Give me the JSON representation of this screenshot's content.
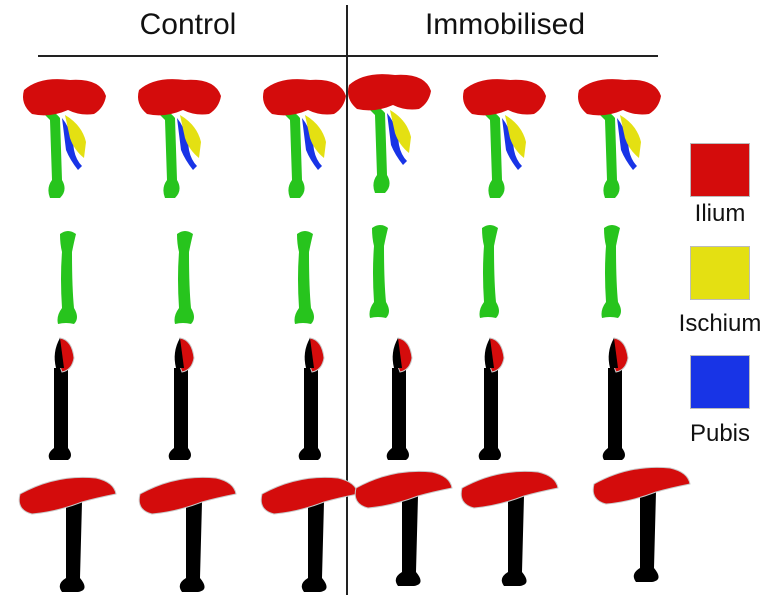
{
  "headers": {
    "control": "Control",
    "immobilised": "Immobilised"
  },
  "legend": [
    {
      "label": "Ilium",
      "color": "#d40c0c"
    },
    {
      "label": "Ischium",
      "color": "#e4e012"
    },
    {
      "label": "Pubis",
      "color": "#1834e6"
    }
  ],
  "colors": {
    "femur": "#27c41d",
    "section": "#000000",
    "outline": "#c9c9c9"
  }
}
